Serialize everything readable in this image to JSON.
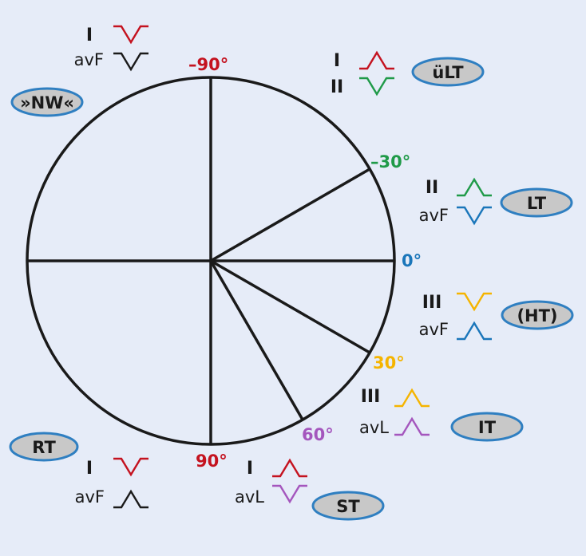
{
  "colors": {
    "red": "#c4121f",
    "green": "#1f9a48",
    "blue": "#1a76ba",
    "yellow": "#f5b400",
    "purple": "#a456bd",
    "black": "#1a1a1a",
    "badge_fill": "#c8c8c8",
    "badge_border": "#2f7fc1",
    "background": "#e6ecf8"
  },
  "angles": {
    "minus90": "–90°",
    "minus30": "–30°",
    "zero": "0°",
    "plus30": "30°",
    "plus60": "60°",
    "plus90": "90°"
  },
  "badges": {
    "nw": "»NW«",
    "ult": "üLT",
    "lt": "LT",
    "ht": "(HT)",
    "it": "IT",
    "st": "ST",
    "rt": "RT"
  },
  "leads": {
    "nw_1": "I",
    "nw_2": "avF",
    "ult_1": "I",
    "ult_2": "II",
    "lt_1": "II",
    "lt_2": "avF",
    "ht_1": "III",
    "ht_2": "avF",
    "it_1": "III",
    "it_2": "avL",
    "st_1": "I",
    "st_2": "avL",
    "rt_1": "I",
    "rt_2": "avF"
  },
  "waves": {
    "nw_1": {
      "polarity": "negative",
      "color": "red"
    },
    "nw_2": {
      "polarity": "negative",
      "color": "black"
    },
    "ult_1": {
      "polarity": "positive",
      "color": "red"
    },
    "ult_2": {
      "polarity": "negative",
      "color": "green"
    },
    "lt_1": {
      "polarity": "positive",
      "color": "green"
    },
    "lt_2": {
      "polarity": "negative",
      "color": "blue"
    },
    "ht_1": {
      "polarity": "negative",
      "color": "yellow"
    },
    "ht_2": {
      "polarity": "positive",
      "color": "blue"
    },
    "it_1": {
      "polarity": "positive",
      "color": "yellow"
    },
    "it_2": {
      "polarity": "positive",
      "color": "purple"
    },
    "st_1": {
      "polarity": "positive",
      "color": "red"
    },
    "st_2": {
      "polarity": "negative",
      "color": "purple"
    },
    "rt_1": {
      "polarity": "negative",
      "color": "red"
    },
    "rt_2": {
      "polarity": "positive",
      "color": "black"
    }
  }
}
